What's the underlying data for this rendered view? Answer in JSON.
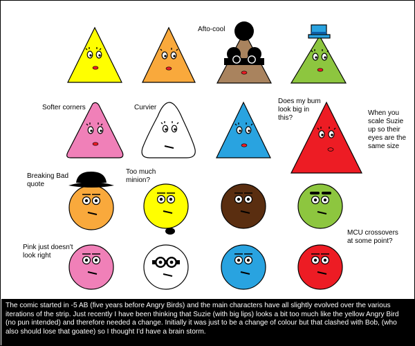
{
  "notes": {
    "afro": "Afto-cool",
    "softer": "Softer corners",
    "curvier": "Curvier",
    "bum_1": "Does my bum",
    "bum_2": "look big in",
    "bum_3": "this?",
    "scale_1": "When you",
    "scale_2": "scale Suzie",
    "scale_3": "up so their",
    "scale_4": "eyes are the",
    "scale_5": "same size",
    "breaking_1": "Breaking Bad",
    "breaking_2": "quote",
    "minion_1": "Too much",
    "minion_2": "minion?",
    "mcu_1": "MCU crossovers",
    "mcu_2": "at some point?",
    "pink_1": "Pink just doesn't",
    "pink_2": "look right"
  },
  "caption": "The comic started in -5 AB (five years before Angry Birds) and the main characters have all slightly evolved over the various iterations of the strip.  Just recently I have been thinking that Suzie (with big lips) looks a bit too much like the yellow Angry Bird (no pun intended) and therefore needed a change.  Initially it was just to be a change of colour but that clashed with Bob, (who also should lose that goatee) so I thought I'd have a brain storm.",
  "colors": {
    "yellow": "#ffff00",
    "orange": "#f9a93c",
    "brown": "#a9835e",
    "green": "#8dc63f",
    "pink": "#f080b8",
    "white": "#ffffff",
    "blue": "#29a3e0",
    "red": "#ed1c24",
    "dark_brown": "#5a2e10",
    "black": "#000000"
  }
}
